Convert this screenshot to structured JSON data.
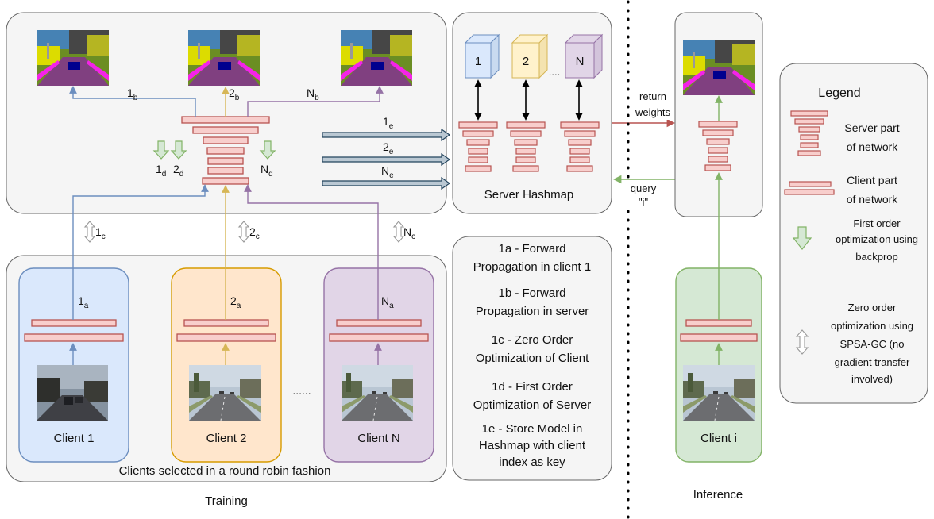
{
  "labels": {
    "training": "Training",
    "inference": "Inference",
    "server_hashmap": "Server Hashmap",
    "round_robin": "Clients selected in a round robin fashion",
    "dots": "......",
    "top_dots": "....",
    "return_weights_1": "return",
    "return_weights_2": "weights",
    "query_1": "query",
    "query_2": "\"i\""
  },
  "clients": [
    {
      "label": "Client 1",
      "a": "1",
      "c": "1",
      "b": "1",
      "d": "1",
      "e": "1",
      "fill": "#dae8fc",
      "stroke": "#6c8ebf",
      "arrow": "#6c8ebf"
    },
    {
      "label": "Client 2",
      "a": "2",
      "c": "2",
      "b": "2",
      "d": "2",
      "e": "2",
      "fill": "#ffe6cc",
      "stroke": "#d79b00",
      "arrow": "#d6b656"
    },
    {
      "label": "Client N",
      "a": "N",
      "c": "N",
      "b": "N",
      "d": "N",
      "e": "N",
      "fill": "#e1d5e7",
      "stroke": "#9673a6",
      "arrow": "#9673a6"
    }
  ],
  "client_i": {
    "label": "Client i",
    "fill": "#d5e8d4",
    "stroke": "#82b366"
  },
  "subscripts": {
    "a": "a",
    "b": "b",
    "c": "c",
    "d": "d",
    "e": "e"
  },
  "cubes": [
    {
      "label": "1",
      "fill": "#dae8fc",
      "stroke": "#6c8ebf"
    },
    {
      "label": "2",
      "fill": "#fff2cc",
      "stroke": "#d6b656"
    },
    {
      "label": "N",
      "fill": "#e1d5e7",
      "stroke": "#9673a6"
    }
  ],
  "steps": [
    {
      "line1": "1a - Forward",
      "line2": "Propagation in client 1"
    },
    {
      "line1": "1b - Forward",
      "line2": "Propagation in server"
    },
    {
      "line1": "1c - Zero Order",
      "line2": "Optimization of Client"
    },
    {
      "line1": "1d - First Order",
      "line2": "Optimization of Server"
    },
    {
      "line1": "1e - Store Model in",
      "line2": "Hashmap with client",
      "line3": "index as key"
    }
  ],
  "legend": {
    "title": "Legend",
    "server_1": "Server part",
    "server_2": "of network",
    "client_1": "Client part",
    "client_2": "of network",
    "first_1": "First order",
    "first_2": "optimization using",
    "first_3": "backprop",
    "zero_1": "Zero order",
    "zero_2": "optimization using",
    "zero_3": "SPSA-GC (no",
    "zero_4": "gradient transfer",
    "zero_5": "involved)"
  },
  "colors": {
    "layer_fill": "#f8cecc",
    "layer_stroke": "#b85450",
    "panel_fill": "#f5f5f5",
    "panel_stroke": "#666666",
    "hash_arrow_fill": "#bac8d3",
    "hash_arrow_stroke": "#23445d",
    "return_arrow": "#b85450",
    "query_arrow": "#82b366",
    "first_order_fill": "#d5e8d4",
    "first_order_stroke": "#82b366"
  }
}
